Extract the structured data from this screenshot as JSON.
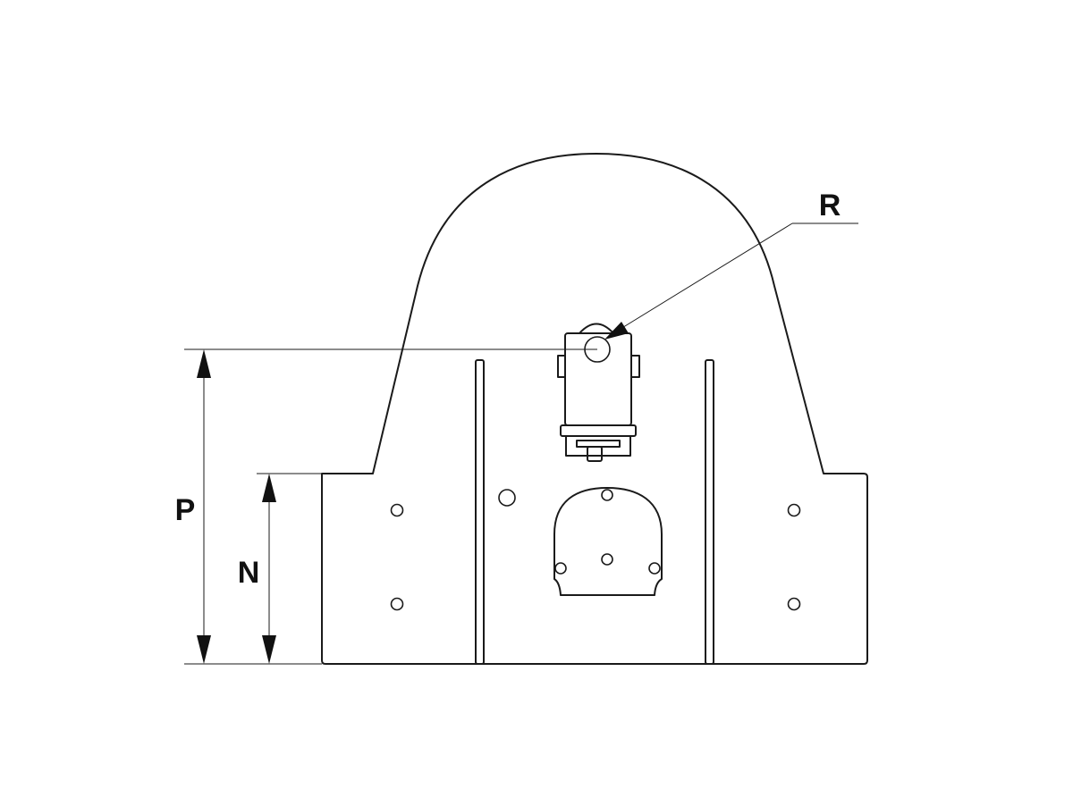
{
  "labels": {
    "callout": "R",
    "overall_height": "P",
    "base_height": "N"
  },
  "colors": {
    "line": "#1a1a1a",
    "background": "#ffffff"
  }
}
